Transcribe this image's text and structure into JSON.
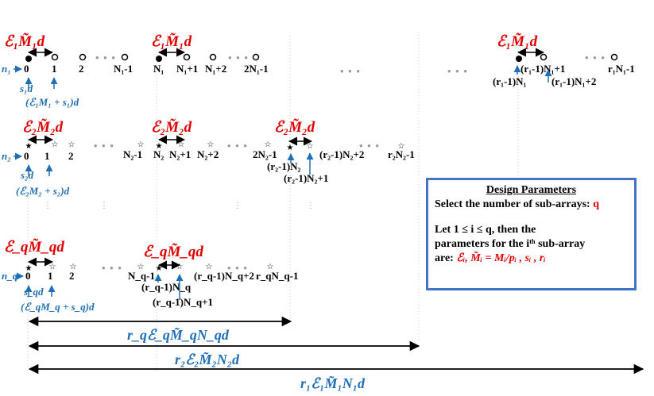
{
  "rows": [
    {
      "n_label": "n₁",
      "brace_left": "ℰ₁M̃₁d",
      "brace_mid": "ℰ₁M̃₁d",
      "brace_right": "ℰ₁M̃₁d",
      "labels_a": [
        "0",
        "1",
        "2",
        "N₁-1"
      ],
      "labels_b": [
        "N₁",
        "N₁+1",
        "N₁+2",
        "2N₁-1"
      ],
      "labels_c_top": [
        "(r₁-1)N₁+1",
        "r₁N₁-1"
      ],
      "labels_c_mid": [
        "(r₁-1)N₁",
        "(r₁-1)N₁+2"
      ],
      "s_label": "s₁d",
      "offset_label": "(ℰ₁M₁ + s₁)d"
    },
    {
      "n_label": "n₂",
      "brace_left": "ℰ₂M̃₂d",
      "brace_mid": "ℰ₂M̃₂d",
      "brace_right": "ℰ₂M̃₂d",
      "labels_a": [
        "0",
        "1",
        "2",
        "N₂-1"
      ],
      "labels_b": [
        "N₂",
        "N₂+1",
        "N₂+2"
      ],
      "labels_c": [
        "2N₂-1",
        "(r₂-1)N₂+2",
        "r₂N₂-1",
        "(r₂-1)N₂",
        "(r₂-1)N₂+1"
      ],
      "s_label": "s₂d",
      "offset_label": "(ℰ₂M₂ + s₂)d"
    },
    {
      "n_label": "n_q",
      "brace_left": "ℰ_qM̃_qd",
      "brace_mid": "ℰ_qM̃_qd",
      "labels_a": [
        "0",
        "1",
        "2"
      ],
      "labels_b": [
        "N_q-1",
        "(r_q-1)N_q",
        "(r_q-1)N_q+1",
        "(r_q-1)N_q+2",
        "r_qN_q-1"
      ],
      "s_label": "s_qd",
      "offset_label": "(ℰ_qM_q + s_q)d"
    }
  ],
  "spans": [
    {
      "label": "r_qℰ_qM̃_qN_qd"
    },
    {
      "label": "r₂ℰ₂M̃₂N₂d"
    },
    {
      "label": "r₁ℰ₁M̃₁N₁d"
    }
  ],
  "dots_label": "• • •",
  "design": {
    "title": "Design Parameters",
    "line1_prefix": "Select the number of sub-arrays: ",
    "line1_var": "q",
    "line2": "Let 1 ≤ i ≤ q, then the",
    "line3": "parameters for the iᵗʰ sub-array",
    "line4_prefix": "are: ",
    "line4_vars": "ℰᵢ, M̃ᵢ = Mᵢ/pᵢ , sᵢ , rᵢ"
  },
  "colors": {
    "red": "#e00000",
    "blue": "#1f6fb5",
    "box": "#4472c4",
    "guide": "#bdbdbd"
  }
}
